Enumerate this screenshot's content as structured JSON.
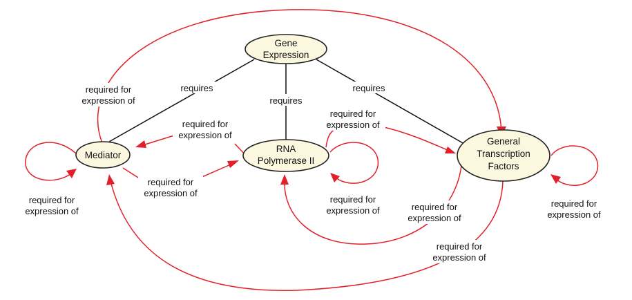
{
  "colors": {
    "node_fill": "#fcf8df",
    "node_stroke": "#222222",
    "requires_edge": "#111111",
    "expression_edge": "#e0202a"
  },
  "nodes": {
    "gene_expression": {
      "line1": "Gene",
      "line2": "Expression"
    },
    "mediator": {
      "label": "Mediator"
    },
    "rna_pol": {
      "line1": "RNA",
      "line2": "Polymerase II"
    },
    "gtf": {
      "line1": "General",
      "line2": "Transcription",
      "line3": "Factors"
    }
  },
  "relations": {
    "requires": "requires",
    "required_line1": "required for",
    "required_line2": "expression of"
  },
  "edges": [
    {
      "from": "Gene Expression",
      "to": "Mediator",
      "label": "requires"
    },
    {
      "from": "Gene Expression",
      "to": "RNA Polymerase II",
      "label": "requires"
    },
    {
      "from": "Gene Expression",
      "to": "General Transcription Factors",
      "label": "requires"
    },
    {
      "from": "Mediator",
      "to": "General Transcription Factors",
      "label": "required for expression of"
    },
    {
      "from": "Mediator",
      "to": "Mediator",
      "label": "required for expression of"
    },
    {
      "from": "Mediator",
      "to": "RNA Polymerase II",
      "label": "required for expression of"
    },
    {
      "from": "RNA Polymerase II",
      "to": "Mediator",
      "label": "required for expression of"
    },
    {
      "from": "RNA Polymerase II",
      "to": "RNA Polymerase II",
      "label": "required for expression of"
    },
    {
      "from": "RNA Polymerase II",
      "to": "General Transcription Factors",
      "label": "required for expression of"
    },
    {
      "from": "General Transcription Factors",
      "to": "RNA Polymerase II",
      "label": "required for expression of"
    },
    {
      "from": "General Transcription Factors",
      "to": "Mediator",
      "label": "required for expression of"
    },
    {
      "from": "General Transcription Factors",
      "to": "General Transcription Factors",
      "label": "required for expression of"
    }
  ]
}
